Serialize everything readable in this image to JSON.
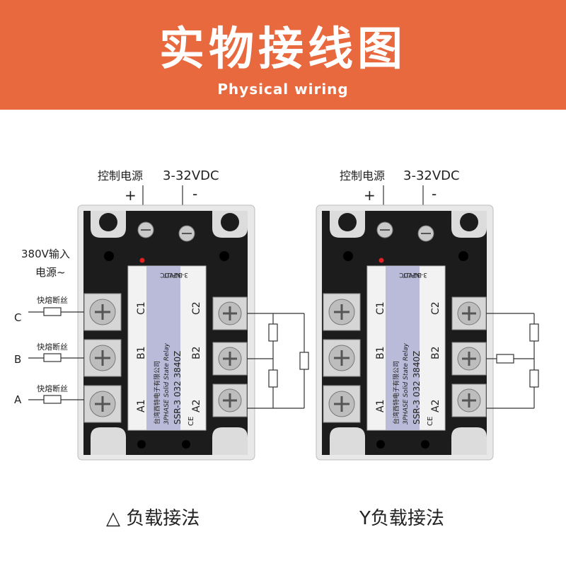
{
  "header": {
    "title": "实物接线图",
    "subtitle": "Physical wiring",
    "background_color": "#e9693f"
  },
  "control_power": {
    "label": "控制电源",
    "voltage": "3-32VDC",
    "plus": "+",
    "minus": "-"
  },
  "input_power": {
    "line1": "380V输入",
    "line2": "电源~"
  },
  "fuse_label": "快熔断丝",
  "phases": [
    "C",
    "B",
    "A"
  ],
  "relay": {
    "terminals_left": [
      "C1",
      "B1",
      "A1"
    ],
    "terminals_right": [
      "C2",
      "B2",
      "A2"
    ],
    "input_label": "INPUT",
    "input_voltage": "3-32VDC",
    "brand_cn": "台湾西特电子有限公司",
    "product_line": "3PHASE Solid State Relay",
    "model": "SSR-3  032  3840Z",
    "cert": "CE"
  },
  "captions": {
    "delta": "△  负载接法",
    "wye": "Y负载接法"
  }
}
